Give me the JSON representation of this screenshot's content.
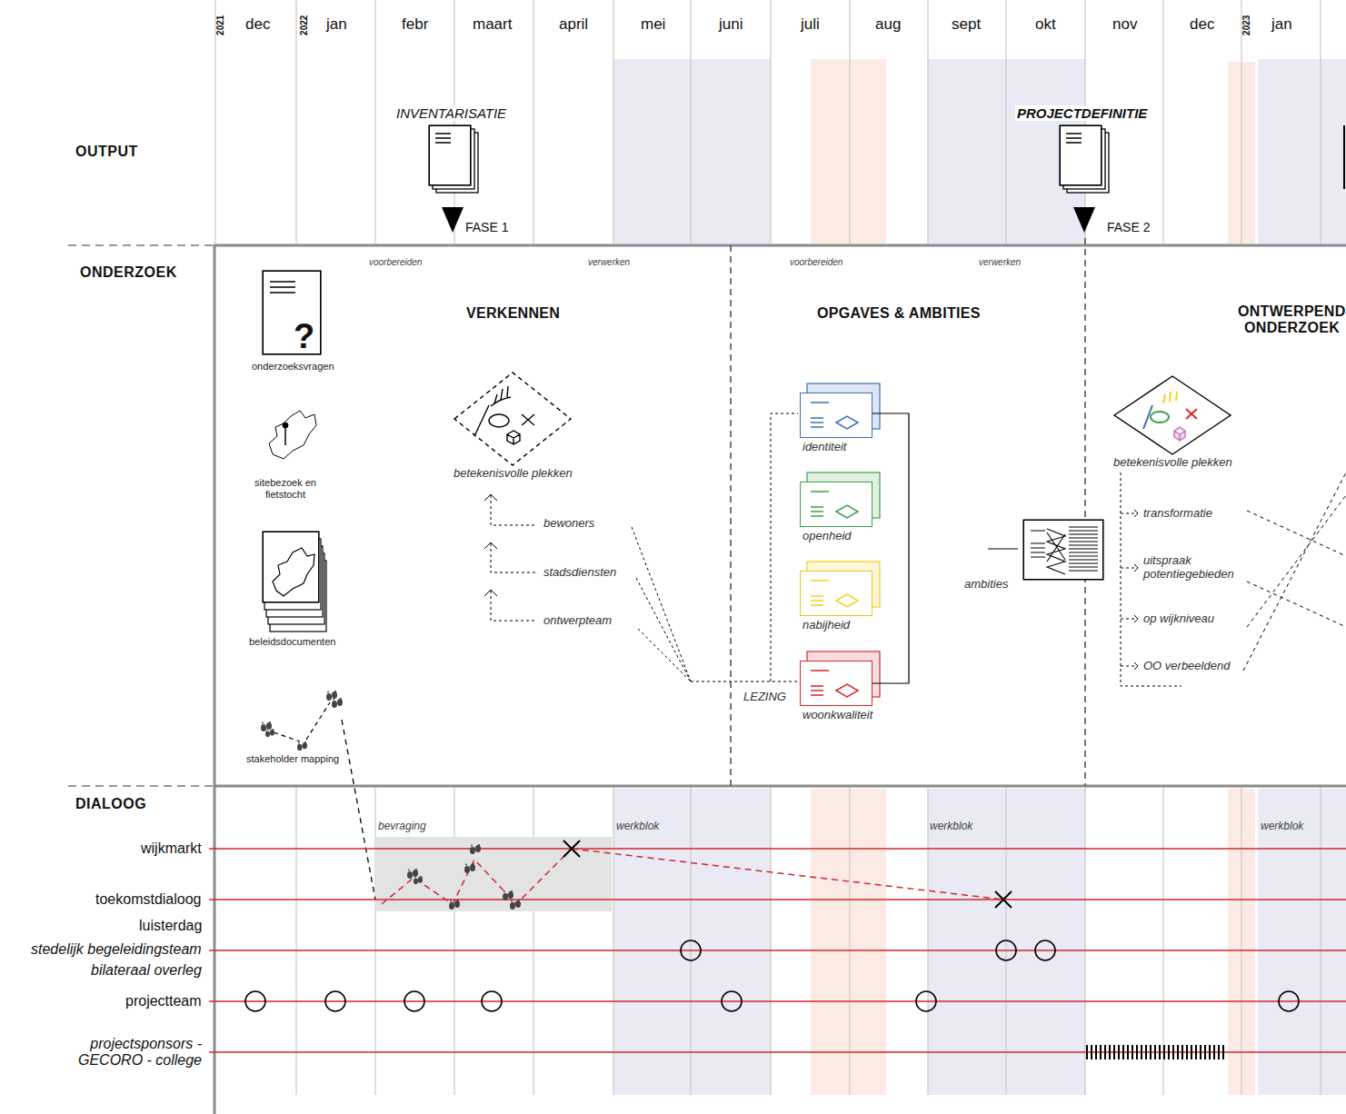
{
  "diagram": {
    "nodes": [
      {
        "text": [
          "INVENTARISATIE"
        ]
      },
      {
        "text": [
          "PROJECTDEFINITIE"
        ]
      },
      {
        "text": [
          "?",
          "onderzoeksvragen"
        ]
      },
      {
        "text": [
          "beleidsdocumenten"
        ]
      },
      {
        "text": [
          "betekenisvolle plekken"
        ]
      },
      {
        "text": [
          "identiteit"
        ]
      },
      {
        "text": [
          "openheid"
        ]
      },
      {
        "text": [
          "nabijheid"
        ]
      },
      {
        "text": [
          "woonkwaliteit"
        ]
      },
      {
        "text": [
          "ambities"
        ]
      },
      {
        "text": [
          "betekenisvolle plekken"
        ]
      }
    ],
    "labels": [
      "2021",
      "dec",
      "2022",
      "jan",
      "febr",
      "maart",
      "april",
      "mei",
      "juni",
      "juli",
      "aug",
      "sept",
      "okt",
      "nov",
      "dec",
      "2023",
      "jan",
      "OUTPUT",
      "FASE 1",
      "FASE 2",
      "ONDERZOEK",
      "voorbereiden",
      "verwerken",
      "voorbereiden",
      "verwerken",
      "VERKENNEN",
      "OPGAVES & AMBITIES",
      "ONTWERPEND ONDERZOEK",
      "sitebezoek en fietstocht",
      "stakeholder mapping",
      "bewoners",
      "stadsdiensten",
      "ontwerpteam",
      "LEZING",
      "transformatie",
      "uitspraak potentiegebieden",
      "op wijkniveau",
      "OO verbeeldend",
      "DIALOOG",
      "bevraging",
      "werkblok",
      "werkblok",
      "werkblok",
      "wijkmarkt",
      "toekomstdialoog",
      "luisterdag",
      "stedelijk begeleidingsteam",
      "bilateraal overleg",
      "projectteam",
      "projectsponsors - GECORO - college"
    ]
  }
}
